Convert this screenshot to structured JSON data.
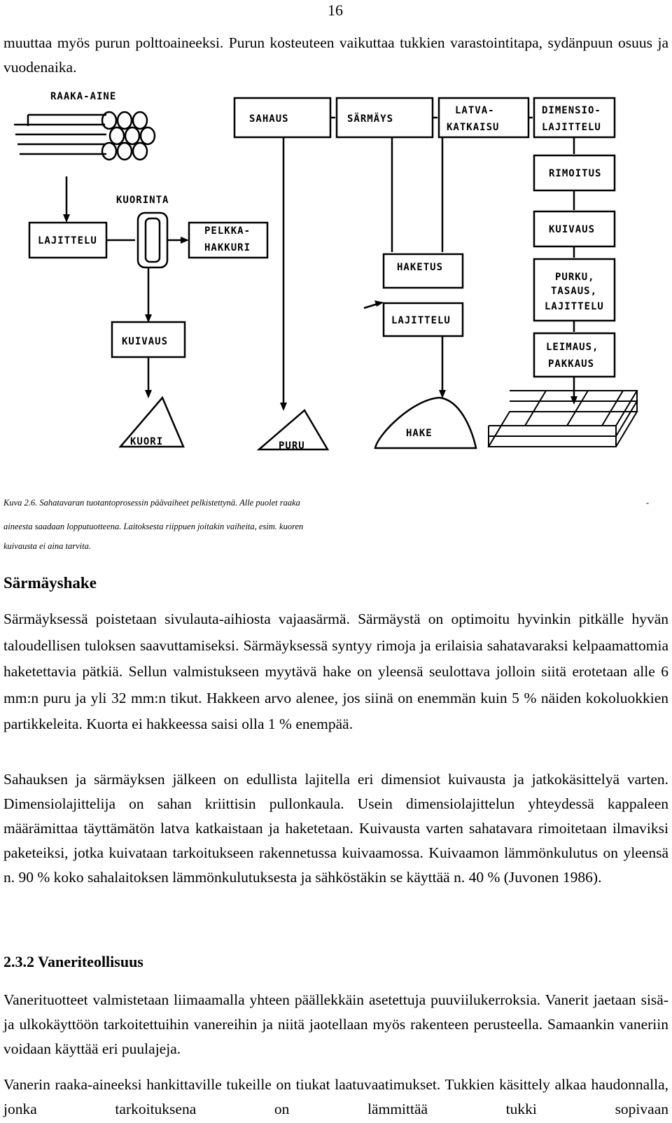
{
  "page_number": "16",
  "intro_text": "muuttaa myös purun polttoaineeksi. Purun kosteuteen vaikuttaa tukkien varastointitapa, sydänpuun osuus ja vuodenaika.",
  "figure": {
    "labels": {
      "raaka_aine": "RAAKA-AINE",
      "sahaus": "SAHAUS",
      "sarmays": "SÄRMÄYS",
      "latva_1": "LATVA-",
      "latva_2": "KATKAISU",
      "dimensio_1": "DIMENSIO-",
      "dimensio_2": "LAJITTELU",
      "rimoitus": "RIMOITUS",
      "kuorinta": "KUORINTA",
      "lajittelu_left": "LAJITTELU",
      "pelkka_1": "PELKKA-",
      "pelkka_2": "HAKKURI",
      "kuivaus_right": "KUIVAUS",
      "haketus": "HAKETUS",
      "lajittelu_mid": "LAJITTELU",
      "purku_1": "PURKU,",
      "purku_2": "TASAUS,",
      "purku_3": "LAJITTELU",
      "kuivaus_left": "KUIVAUS",
      "leimaus_1": "LEIMAUS,",
      "leimaus_2": "PAKKAUS",
      "kuori": "KUORI",
      "puru": "PURU",
      "hake": "HAKE"
    }
  },
  "caption": {
    "line1": "Kuva 2.6. Sahatavaran tuotantoprosessin päävaiheet pelkistettynä. Alle puolet raaka",
    "dash": "-",
    "line2": "aineesta saadaan lopputuotteena. Laitoksesta riippuen joitakin vaiheita, esim. kuoren",
    "line3": "kuivausta ei aina tarvita."
  },
  "section_sarmayshake": {
    "heading": "Särmäyshake",
    "body": "Särmäyksessä poistetaan sivulauta-aihiosta vajaasärmä. Särmäystä on optimoitu hyvinkin pitkälle hyvän taloudellisen tuloksen saavuttamiseksi. Särmäyksessä syntyy rimoja ja erilaisia sahatavaraksi kelpaamattomia haketettavia pätkiä. Sellun valmistukseen myytävä hake on yleensä seulottava jolloin siitä erotetaan alle 6 mm:n puru ja yli 32 mm:n tikut. Hakkeen arvo alenee, jos siinä on enemmän kuin 5 % näiden kokoluokkien partikkeleita. Kuorta ei hakkeessa saisi olla 1 % enempää."
  },
  "paragraph_sahauksen": "Sahauksen ja särmäyksen jälkeen on edullista lajitella eri dimensiot kuivausta ja jatkokäsittelyä varten. Dimensiolajittelija on sahan kriittisin pullonkaula. Usein dimensiolajittelun yhteydessä kappaleen määrämittaa täyttämätön latva katkaistaan ja haketetaan. Kuivausta varten sahatavara rimoitetaan ilmaviksi paketeiksi, jotka kuivataan tarkoitukseen rakennetussa kuivaamossa. Kuivaamon lämmönkulutus on yleensä n. 90 % koko sahalaitoksen lämmönkulutuksesta ja sähköstäkin se käyttää n. 40 % (Juvonen 1986).",
  "section_vaneri": {
    "heading": "2.3.2 Vaneriteollisuus",
    "body1": "Vanerituotteet valmistetaan liimaamalla yhteen päällekkäin asetettuja puuviilukerroksia. Vanerit jaetaan sisä- ja ulkokäyttöön tarkoitettuihin vanereihin ja niitä jaotellaan myös rakenteen perusteella. Samaankin vaneriin voidaan käyttää eri puulajeja.",
    "body2": "Vanerin raaka-aineeksi hankittaville tukeille on tiukat laatuvaatimukset. Tukkien käsittely alkaa haudonnalla, jonka tarkoituksena on lämmittää tukki sopivaan"
  }
}
